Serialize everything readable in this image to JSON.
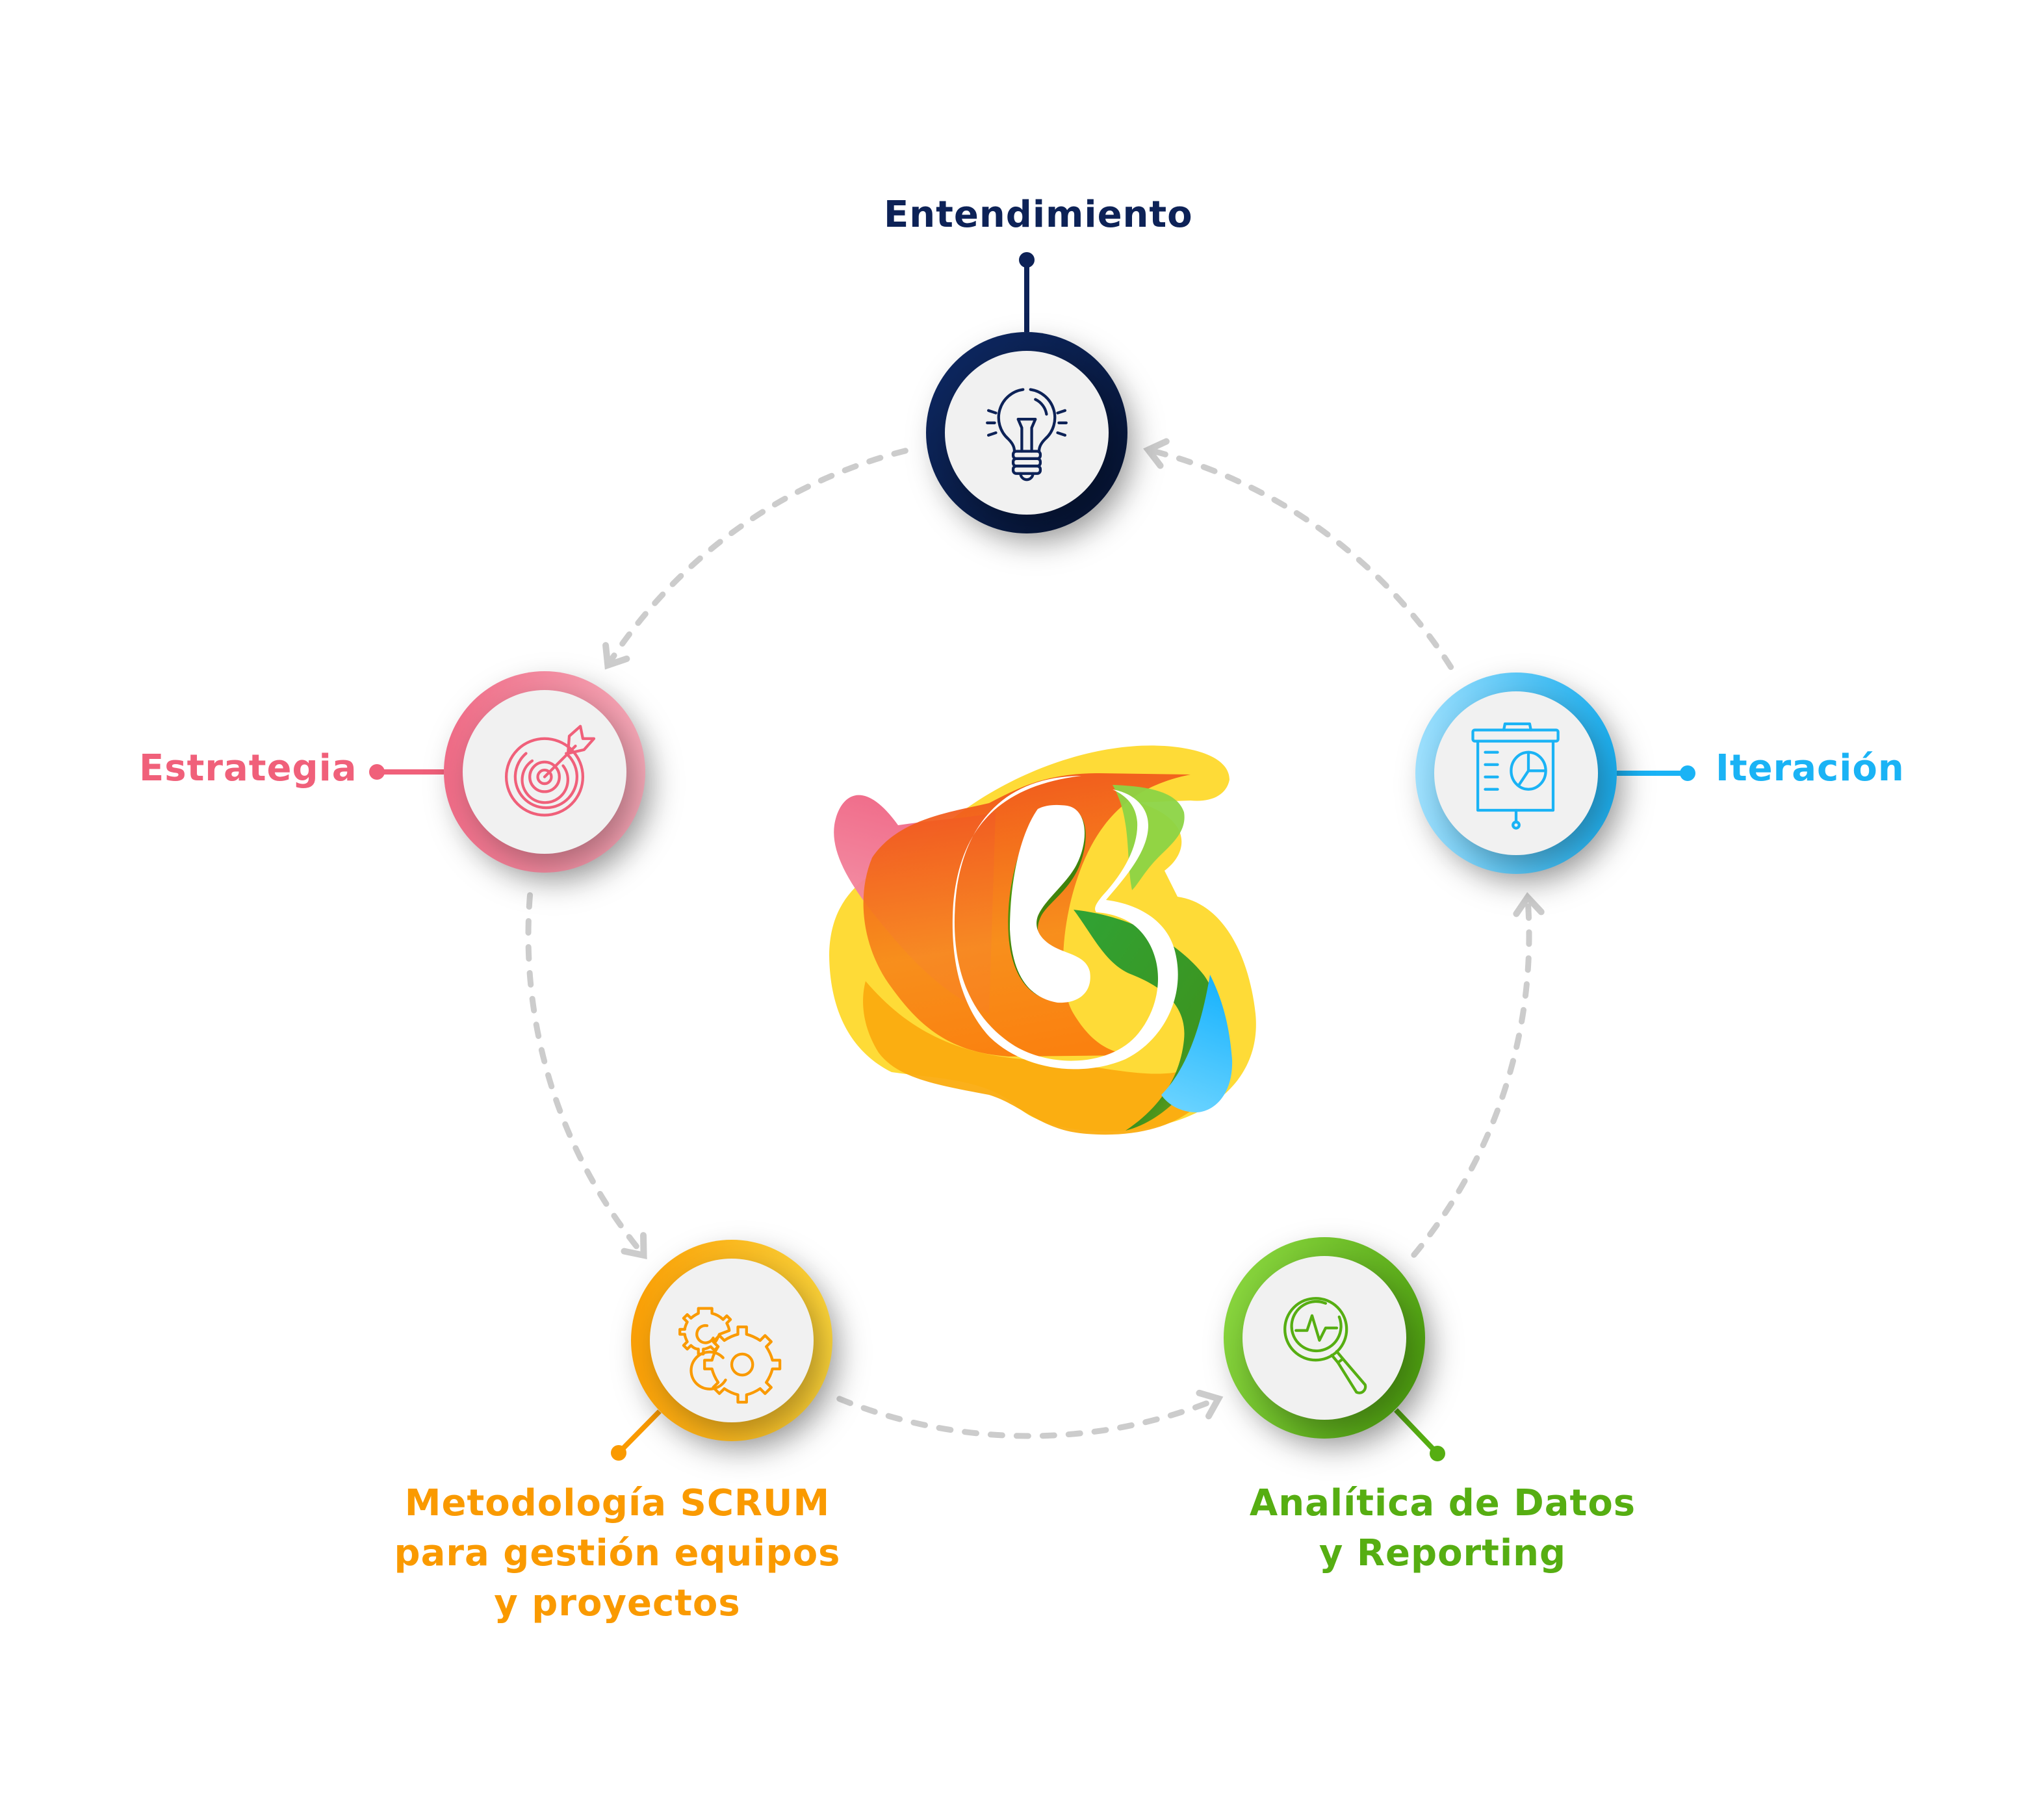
{
  "diagram": {
    "title": "",
    "flow_direction": "counter-clockwise",
    "nodes": [
      {
        "id": "entendimiento",
        "label": "Entendimiento",
        "icon": "lightbulb-icon",
        "color": "#0d2257",
        "ring_light": "#0f2a66",
        "ring_dark": "#05122f"
      },
      {
        "id": "estrategia",
        "label": "Estrategia",
        "icon": "target-arrow-icon",
        "color": "#f0607a",
        "ring_light": "#f6a9b8",
        "ring_dark": "#ef6b86"
      },
      {
        "id": "scrum",
        "label_lines": [
          "Metodología SCRUM",
          "para gestión equipos",
          "y proyectos"
        ],
        "icon": "gears-icon",
        "color": "#fa9a00",
        "ring_light": "#fbd43a",
        "ring_dark": "#fa9f06"
      },
      {
        "id": "analitica",
        "label_lines": [
          "Analítica de Datos",
          "y Reporting"
        ],
        "icon": "magnifier-pulse-icon",
        "color": "#56ae12",
        "ring_light": "#8ad63f",
        "ring_dark": "#4ea20f"
      },
      {
        "id": "iteracion",
        "label": "Iteración",
        "icon": "presentation-chart-icon",
        "color": "#1ab3f5",
        "ring_light": "#9fe0fd",
        "ring_dark": "#1aaff0"
      }
    ],
    "edges": [
      {
        "from": "entendimiento",
        "to": "estrategia"
      },
      {
        "from": "estrategia",
        "to": "scrum"
      },
      {
        "from": "scrum",
        "to": "analitica"
      },
      {
        "from": "analitica",
        "to": "iteracion"
      },
      {
        "from": "iteracion",
        "to": "entendimiento"
      }
    ],
    "edge_color": "#cccccc",
    "node_inner_fill": "#f1f1f1",
    "center_logo": {
      "name": "brand-logo",
      "colors": [
        "#fedb37",
        "#f15a22",
        "#f06585",
        "#fbb012",
        "#4eae03",
        "#1a9a34",
        "#8cd445",
        "#1ab4fd"
      ]
    }
  }
}
